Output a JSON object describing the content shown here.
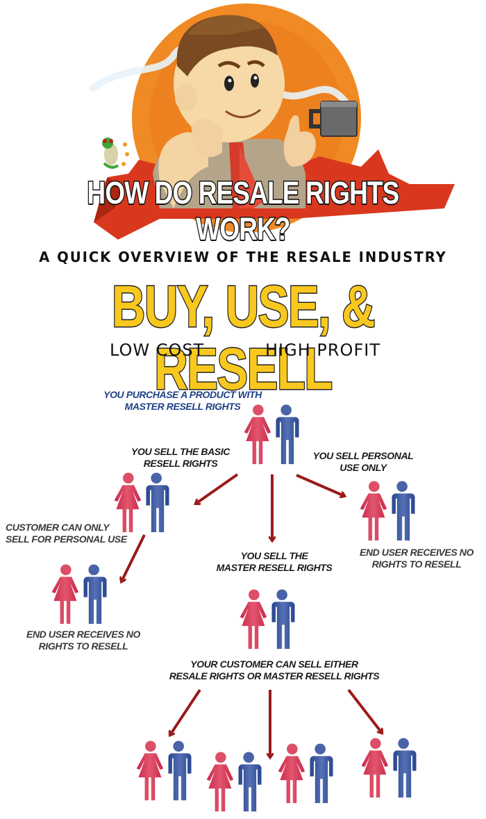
{
  "hero": {
    "title": "HOW DO RESALE RIGHTS WORK?",
    "illustration": "cartoon-businessman-with-coffee-mug",
    "mascot": "tree-frog"
  },
  "subtitle": "A QUICK OVERVIEW OF THE RESALE INDUSTRY",
  "headline": "BUY, USE, & RESELL",
  "taglines": {
    "left": "LOW COST",
    "right": "HIGH PROFIT"
  },
  "colors": {
    "headline_fill": "#f9c81f",
    "female_figure": "#d9435e",
    "male_figure": "#3b5aa3",
    "arrow": "#9b1a1a",
    "label_blue": "#1f3f86",
    "banner_red": "#d9381e",
    "sun_orange": "#f08a24"
  },
  "diagram": {
    "root": {
      "label_line1": "YOU PURCHASE A PRODUCT WITH",
      "label_line2": "MASTER RESELL RIGHTS"
    },
    "branches": [
      {
        "label_line1": "YOU SELL THE BASIC",
        "label_line2": "RESELL RIGHTS"
      },
      {
        "label_line1": "YOU SELL THE",
        "label_line2": "MASTER RESELL RIGHTS"
      },
      {
        "label_line1": "YOU SELL PERSONAL",
        "label_line2": "USE ONLY"
      }
    ],
    "basic_customer": {
      "label_line1": "CUSTOMER CAN ONLY",
      "label_line2": "SELL FOR PERSONAL USE"
    },
    "basic_end_user": {
      "label_line1": "END USER RECEIVES NO",
      "label_line2": "RIGHTS TO RESELL"
    },
    "personal_end_user": {
      "label_line1": "END USER RECEIVES NO",
      "label_line2": "RIGHTS TO RESELL"
    },
    "master_customer": {
      "label_line1": "YOUR CUSTOMER CAN SELL EITHER",
      "label_line2": "RESALE RIGHTS OR MASTER RESELL RIGHTS"
    }
  }
}
